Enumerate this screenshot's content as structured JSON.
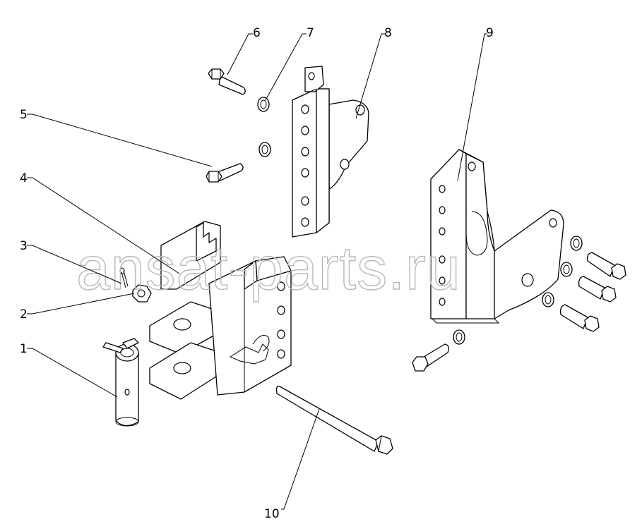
{
  "diagram": {
    "callouts": [
      {
        "id": "1",
        "label": "1"
      },
      {
        "id": "2",
        "label": "2"
      },
      {
        "id": "3",
        "label": "3"
      },
      {
        "id": "4",
        "label": "4"
      },
      {
        "id": "5",
        "label": "5"
      },
      {
        "id": "6",
        "label": "6"
      },
      {
        "id": "7",
        "label": "7"
      },
      {
        "id": "8",
        "label": "8"
      },
      {
        "id": "9",
        "label": "9"
      },
      {
        "id": "10",
        "label": "10"
      }
    ],
    "watermark": "ansat-parts.ru"
  }
}
